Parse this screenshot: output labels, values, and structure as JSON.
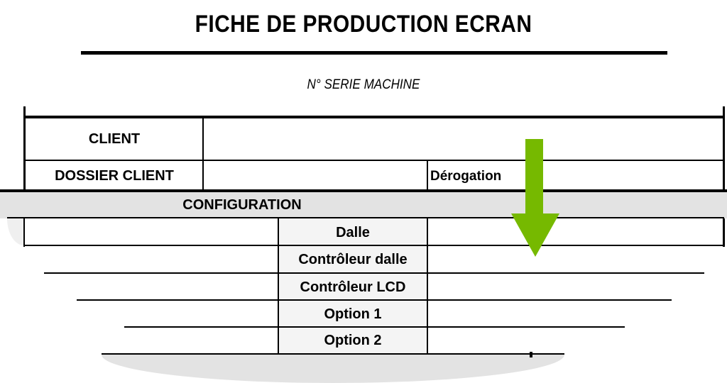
{
  "document": {
    "title": "FICHE DE PRODUCTION ECRAN",
    "serial_label": "N° SERIE MACHINE"
  },
  "header_table": {
    "rows": [
      {
        "label": "CLIENT",
        "value": ""
      },
      {
        "label": "DOSSIER CLIENT",
        "value": "",
        "extra_label": "Dérogation",
        "extra_value": ""
      }
    ]
  },
  "configuration": {
    "section_title": "CONFIGURATION",
    "rows": [
      {
        "label": "Dalle",
        "value": ""
      },
      {
        "label": "Contrôleur dalle",
        "value": ""
      },
      {
        "label": "Contrôleur LCD",
        "value": ""
      },
      {
        "label": "Option 1",
        "value": ""
      },
      {
        "label": "Option 2",
        "value": ""
      }
    ]
  },
  "overlay": {
    "icon": "arrow-down-icon",
    "color": "#76b900"
  },
  "colors": {
    "section_band": "#e3e3e3",
    "label_cell": "#f4f4f4",
    "rule": "#000000"
  }
}
